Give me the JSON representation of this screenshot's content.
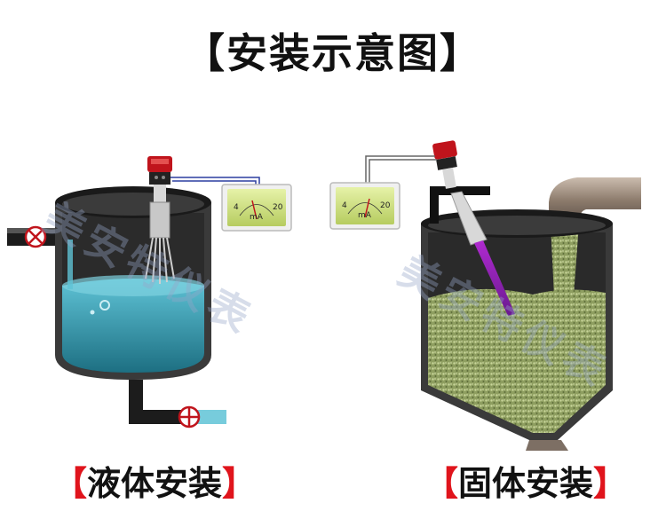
{
  "title": "【安装示意图】",
  "left_caption": {
    "open": "【",
    "text": "液体安装",
    "close": "】"
  },
  "right_caption": {
    "open": "【",
    "text": "固体安装",
    "close": "】"
  },
  "gauge": {
    "min": "4",
    "max": "20",
    "unit": "mA"
  },
  "watermark": "美安特仪表",
  "colors": {
    "liquid": "#2a8fa3",
    "solid": "#9aab6a",
    "cable": "#2b3fa0",
    "sensor_head": "#c0141c"
  }
}
